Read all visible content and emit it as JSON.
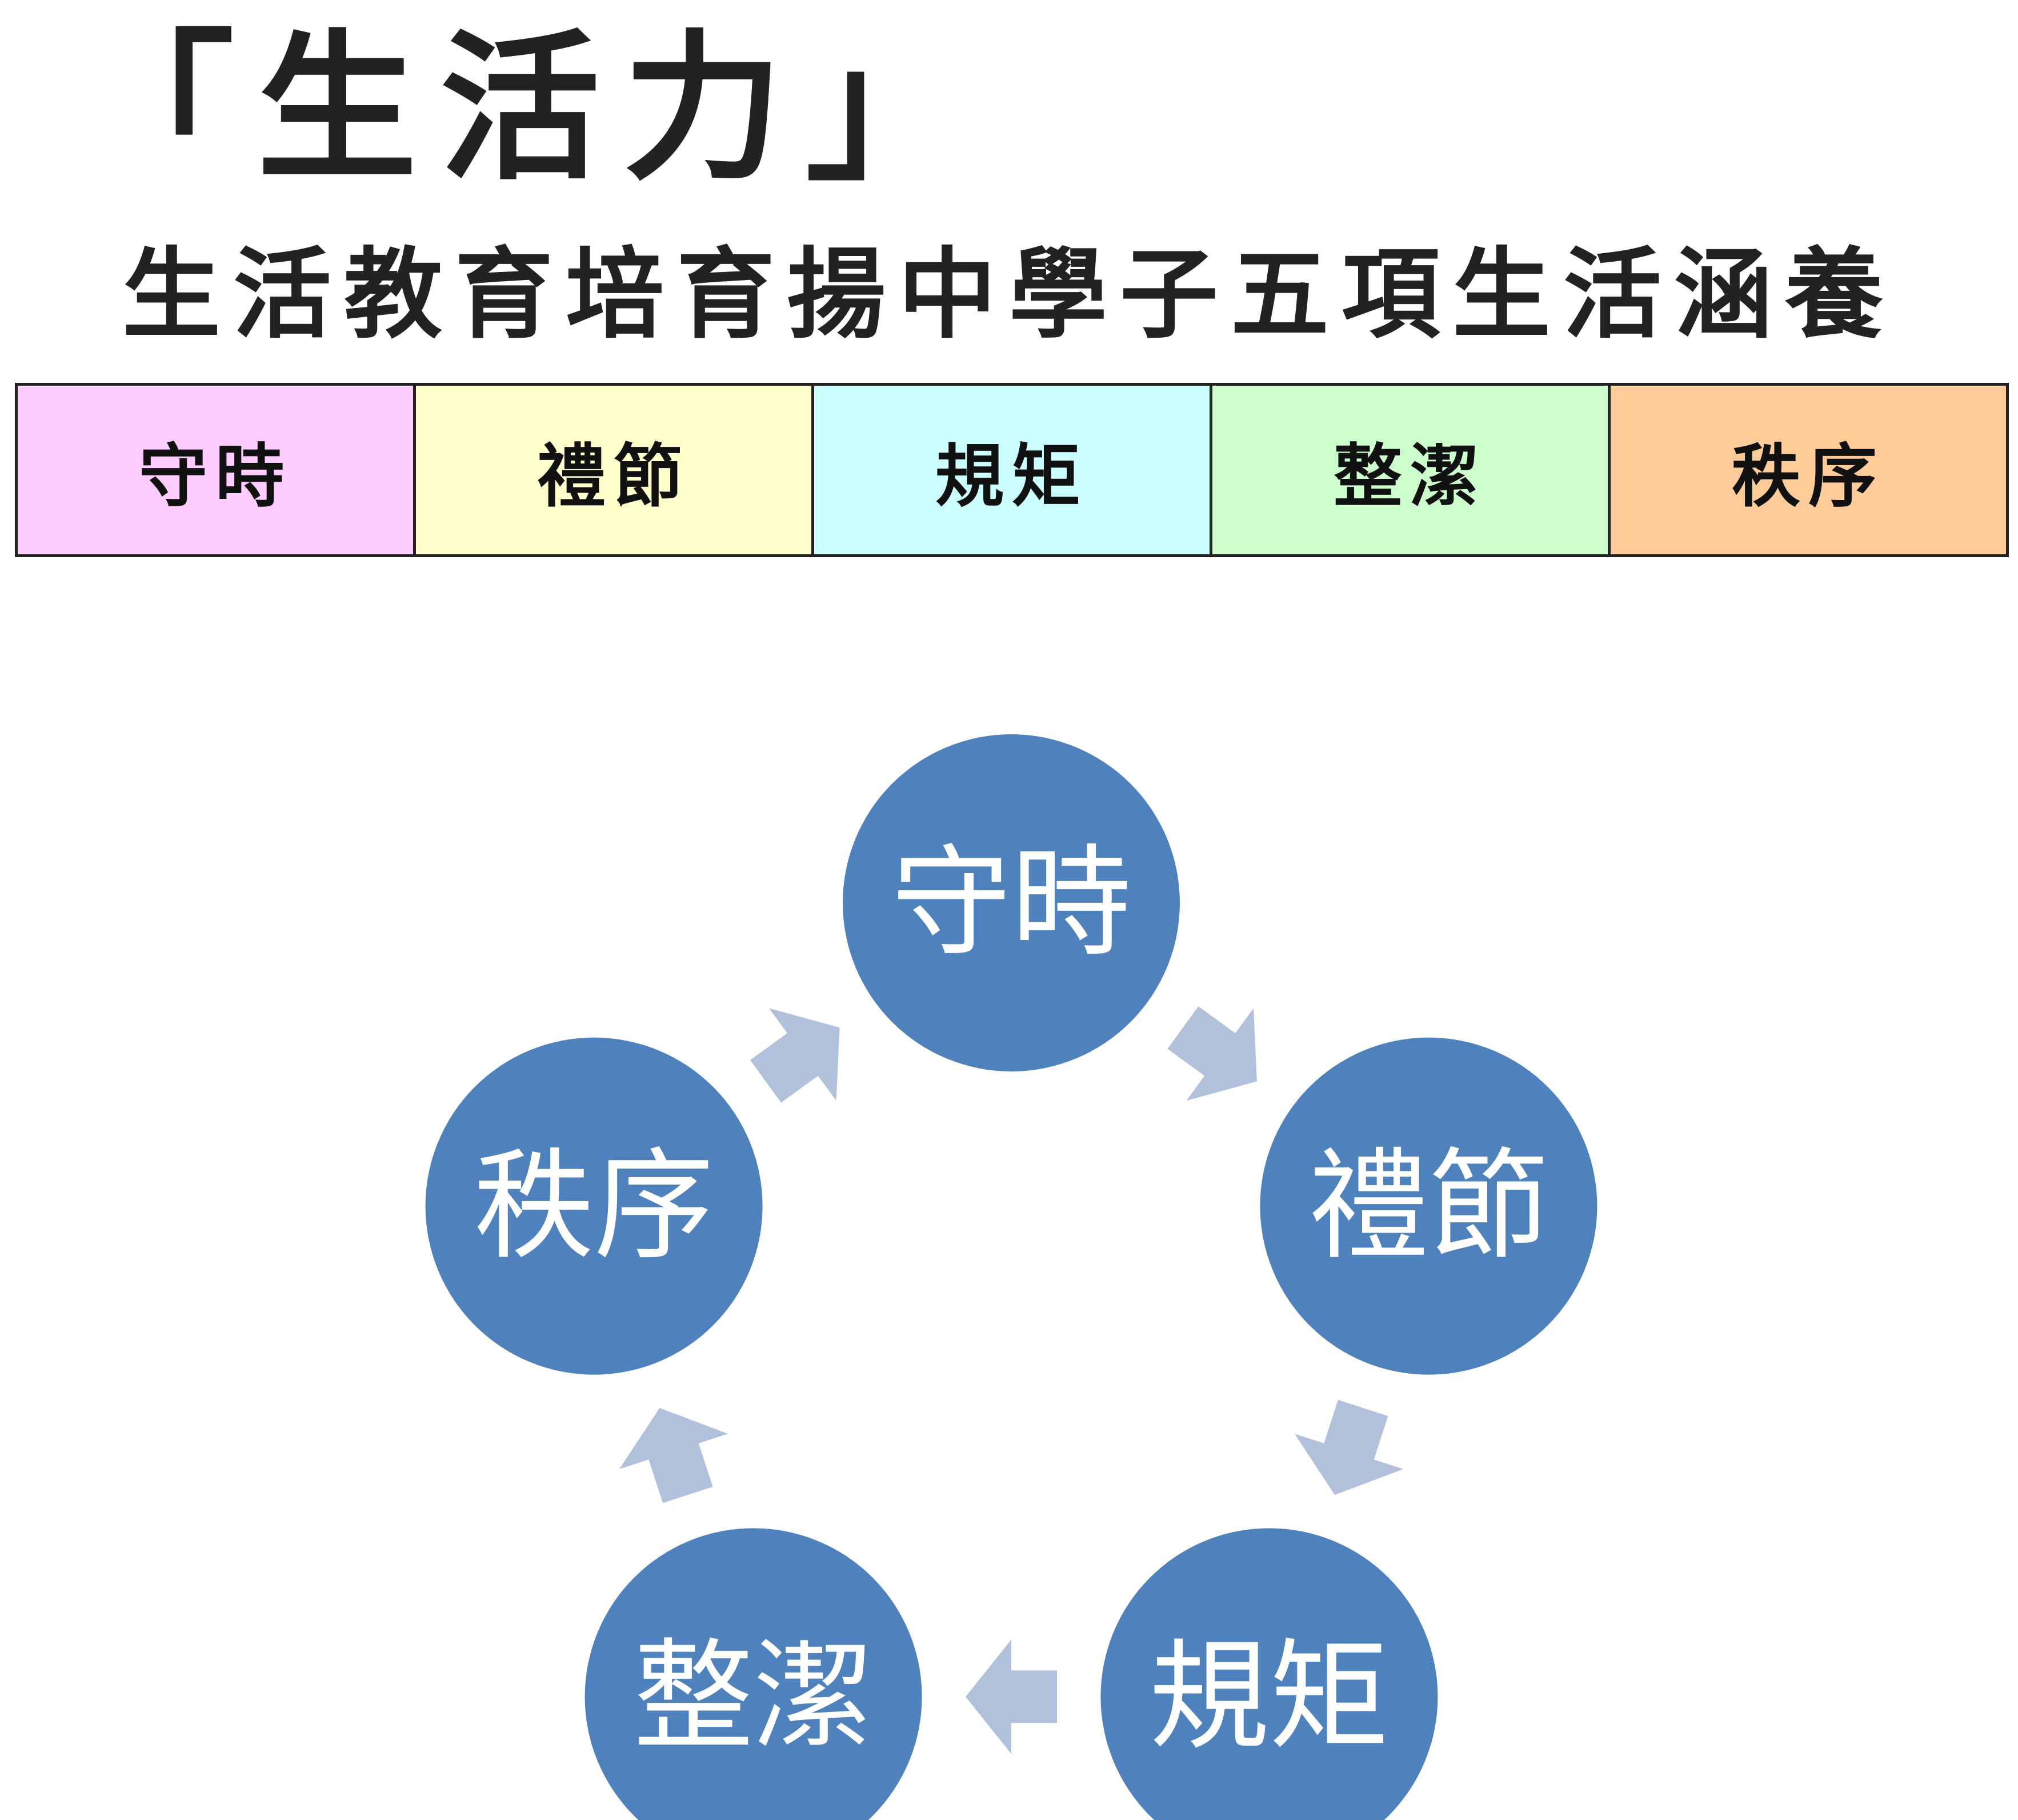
{
  "title": "「生活力」",
  "subtitle": "生活教育培育揚中學子五項生活涵養",
  "virtues": [
    {
      "label": "守時",
      "color": "#FFCCFF"
    },
    {
      "label": "禮節",
      "color": "#FFFFCC"
    },
    {
      "label": "規矩",
      "color": "#CCFFFF"
    },
    {
      "label": "整潔",
      "color": "#CCFFCC"
    },
    {
      "label": "秩序",
      "color": "#FFCC99"
    }
  ],
  "cycle": {
    "nodes": [
      "守時",
      "禮節",
      "規矩",
      "整潔",
      "秩序"
    ],
    "node_color": "#4F81BD",
    "arrow_color": "#B2C1DB",
    "text_color": "#FFFFFF"
  }
}
